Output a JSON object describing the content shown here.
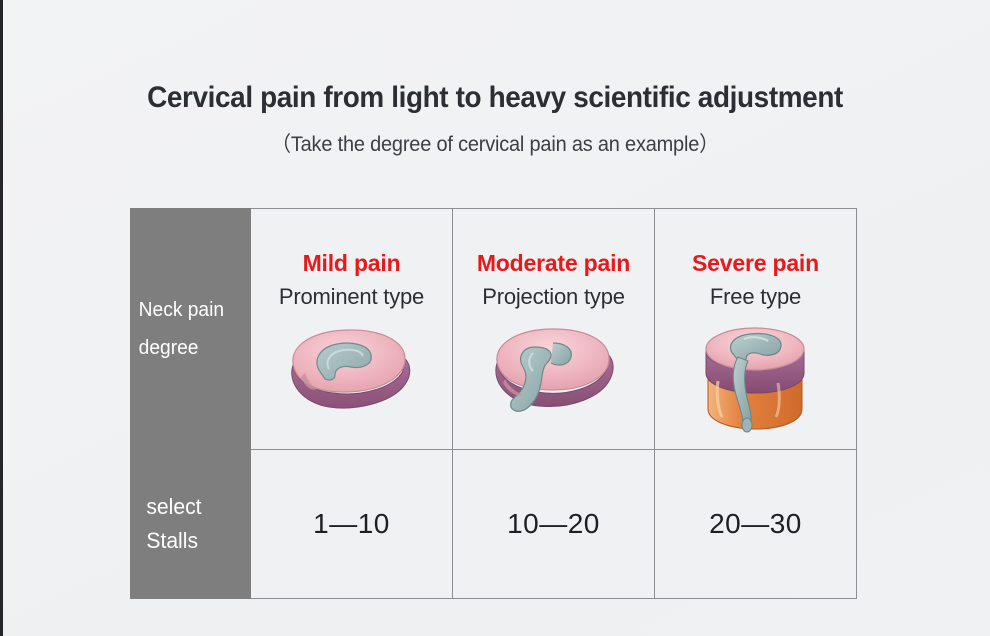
{
  "header": {
    "title": "Cervical pain from light to heavy scientific adjustment",
    "subtitle": "（Take the degree of cervical pain as an example）"
  },
  "colors": {
    "severity_red": "#e8191b",
    "label_cell_gray": "#7e7e7e",
    "table_border": "#8b8e93",
    "cell_background": "#f0f1f3",
    "title_text": "#2b2f33",
    "disc_pink": "#f0b9c2",
    "disc_magenta": "#a2658f",
    "canal_blue_gray": "#9db4b6",
    "vertebra_orange": "#e07b3c"
  },
  "table": {
    "rows": [
      {
        "label": {
          "line1": "Neck pain",
          "line2": "degree"
        },
        "cells": [
          {
            "severity": "Mild pain",
            "type": "Prominent type",
            "icon": "disc-prominent-icon"
          },
          {
            "severity": "Moderate pain",
            "type": "Projection type",
            "icon": "disc-projection-icon"
          },
          {
            "severity": "Severe pain",
            "type": "Free type",
            "icon": "disc-free-icon"
          }
        ]
      },
      {
        "label": {
          "line1": "select",
          "line2": "Stalls"
        },
        "values": [
          "1—10",
          "10—20",
          "20—30"
        ]
      }
    ]
  }
}
